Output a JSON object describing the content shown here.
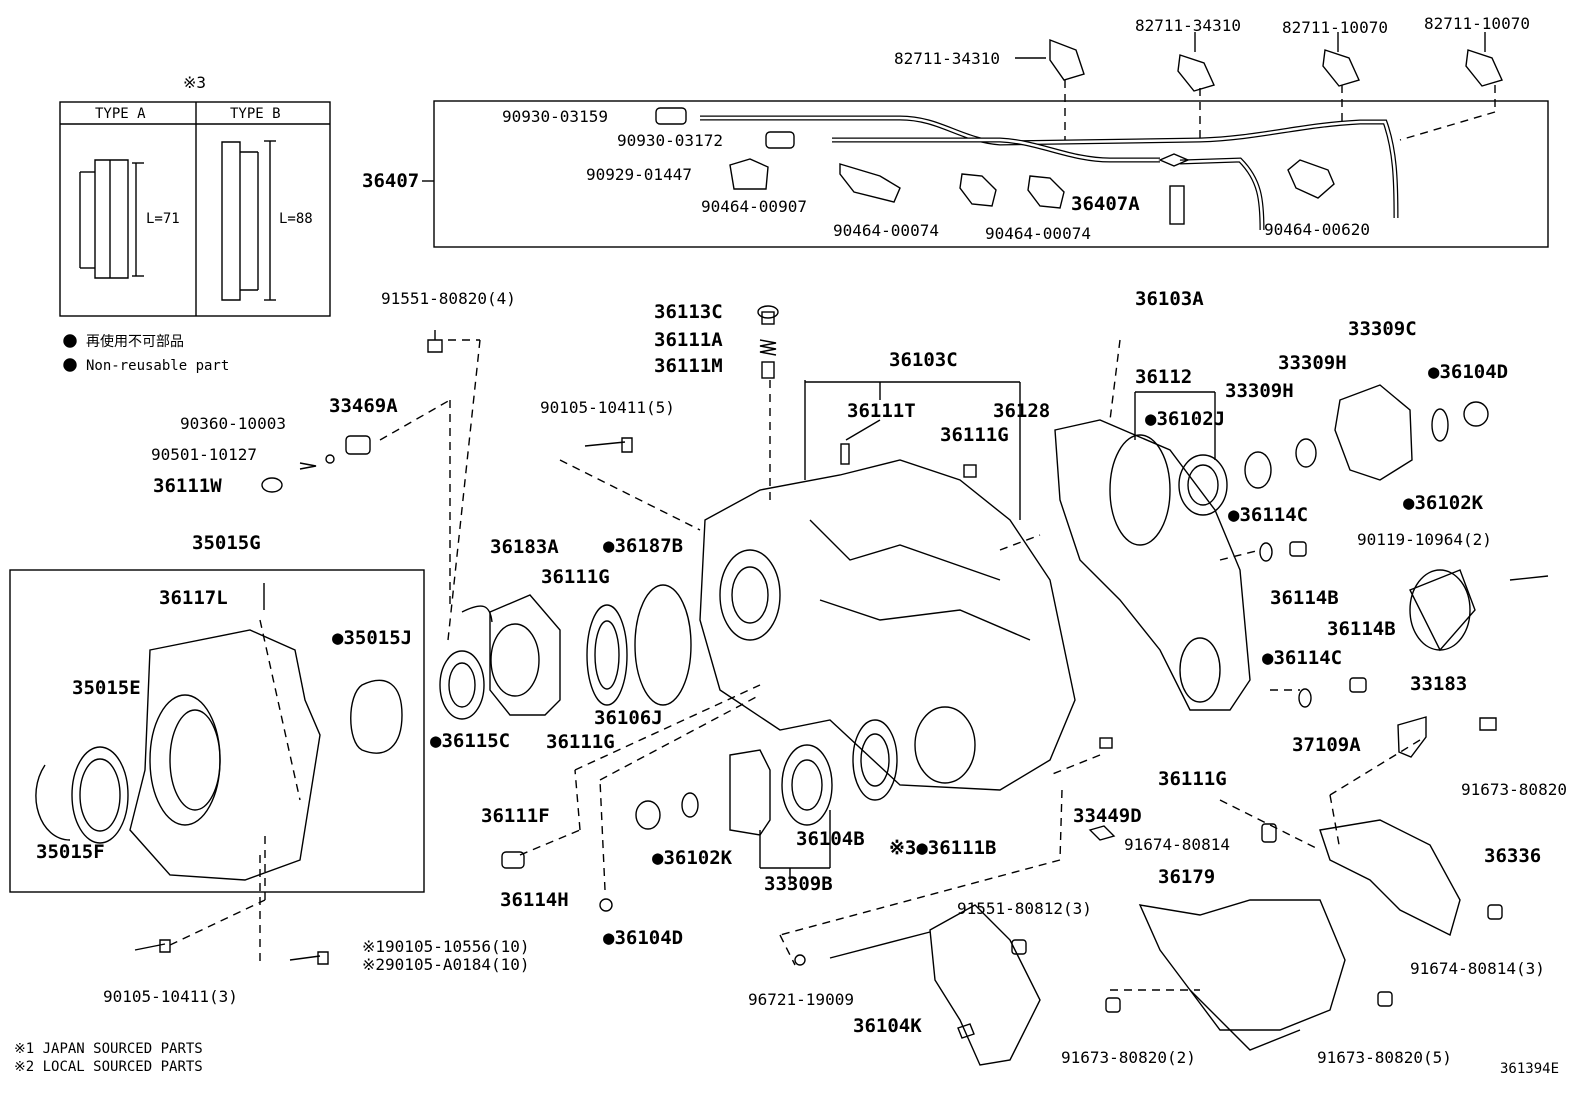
{
  "inset": {
    "marker": "※3",
    "type_a": "TYPE A",
    "type_b": "TYPE B",
    "len_a": "L=71",
    "len_b": "L=88"
  },
  "legend": {
    "jp": "再使用不可部品",
    "en": "Non-reusable part"
  },
  "footnotes": {
    "note1": "※1 JAPAN SOURCED PARTS",
    "note2": "※2 LOCAL SOURCED PARTS"
  },
  "diagram_id": "361394E",
  "parts": {
    "p82711_34310_a": "82711-34310",
    "p82711_34310_b": "82711-34310",
    "p82711_10070_a": "82711-10070",
    "p82711_10070_b": "82711-10070",
    "p90930_03159": "90930-03159",
    "p90930_03172": "90930-03172",
    "p90929_01447": "90929-01447",
    "p90464_00907": "90464-00907",
    "p90464_00074_a": "90464-00074",
    "p90464_00074_b": "90464-00074",
    "p90464_00620": "90464-00620",
    "p36407": "36407",
    "p36407A": "36407A",
    "p91551_80820": "91551-80820(4)",
    "p90360_10003": "90360-10003",
    "p33469A": "33469A",
    "p90501_10127": "90501-10127",
    "p36111W": "36111W",
    "p35015G": "35015G",
    "p36117L": "36117L",
    "p35015J": "●35015J",
    "p35015E": "35015E",
    "p35015F": "35015F",
    "p90105_10411_3": "90105-10411(3)",
    "p90105_10556": "※190105-10556(10)",
    "p90105_A0184": "※290105-A0184(10)",
    "p36113C": "36113C",
    "p36111A": "36111A",
    "p36111M": "36111M",
    "p90105_10411_5": "90105-10411(5)",
    "p36183A": "36183A",
    "p36187B": "●36187B",
    "p36111G_a": "36111G",
    "p36111G_b": "36111G",
    "p36115C": "●36115C",
    "p36106J": "36106J",
    "p36111F": "36111F",
    "p36114H": "36114H",
    "p36104D_a": "●36104D",
    "p36102K_a": "●36102K",
    "p33309B": "33309B",
    "p36104B": "36104B",
    "p36111B": "※3●36111B",
    "p36103C": "36103C",
    "p36111T": "36111T",
    "p36128": "36128",
    "p36111G_c": "36111G",
    "p36111G_d": "36111G",
    "p33449D": "33449D",
    "p36103A": "36103A",
    "p36112": "36112",
    "p36102J": "●36102J",
    "p33309H_a": "33309H",
    "p33309H_b": "33309H",
    "p33309C": "33309C",
    "p36104D_b": "●36104D",
    "p36102K_b": "●36102K",
    "p36114C_a": "●36114C",
    "p36114B_a": "36114B",
    "p90119_10964": "90119-10964(2)",
    "p36114B_b": "36114B",
    "p36114C_b": "●36114C",
    "p33183": "33183",
    "p37109A": "37109A",
    "p91673_80820": "91673-80820",
    "p91674_80814": "91674-80814",
    "p36336": "36336",
    "p36179": "36179",
    "p91551_80812": "91551-80812(3)",
    "p91674_80814_3": "91674-80814(3)",
    "p96721_19009": "96721-19009",
    "p36104K": "36104K",
    "p91673_80820_2": "91673-80820(2)",
    "p91673_80820_5": "91673-80820(5)"
  }
}
